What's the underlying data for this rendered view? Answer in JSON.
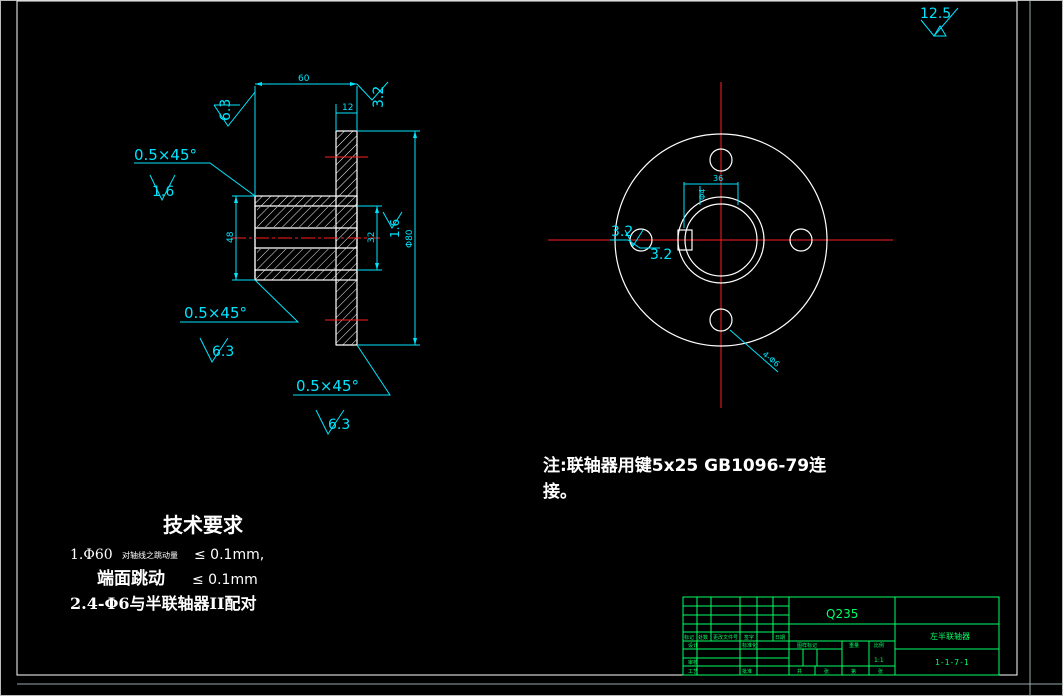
{
  "roughness": {
    "global": "12.5",
    "left_face": "6.3",
    "right_face": "3.2",
    "bore": "1.6",
    "hole_left": "3.2",
    "hole_right": "3.2"
  },
  "dims": {
    "length": "60",
    "flange": "12",
    "outer_dia": "Φ80",
    "hub_dia": "48",
    "bore_dia": "32",
    "keyway": "36",
    "key_width": "Φ4",
    "hole_callout": "4-Φ6"
  },
  "chamfers": [
    {
      "label": "0.5×45°",
      "finish": "1.6"
    },
    {
      "label": "0.5×45°",
      "finish": "6.3"
    },
    {
      "label": "0.5×45°",
      "finish": "6.3"
    }
  ],
  "note": {
    "line1": "注:联轴器用键5x25  GB1096-79连",
    "line2": "接。"
  },
  "requirements": {
    "title": "技术要求",
    "item1_prefix": "1.Φ60",
    "item1_small": "对轴线之跳动量",
    "item1_value": "≤ 0.1mm,",
    "item1b_label": "端面跳动",
    "item1b_value": "≤ 0.1mm",
    "item2": "2.4-Φ6与半联轴器II配对"
  },
  "title_block": {
    "material": "Q235",
    "part_name": "左半联轴器",
    "drawing_no": "1-1-7-1",
    "scale": "1:1",
    "row_labels_left": [
      "标记",
      "处数",
      "更改文件号",
      "签字",
      "日期"
    ],
    "row2_labels": [
      "设计",
      "标准化"
    ],
    "row3_labels": [
      "审核"
    ],
    "row4_labels": [
      "工艺",
      "批准"
    ],
    "mid_labels": [
      "图样标记",
      "重量",
      "比例"
    ],
    "bottom_labels": [
      "共",
      "张",
      "第",
      "张"
    ]
  }
}
